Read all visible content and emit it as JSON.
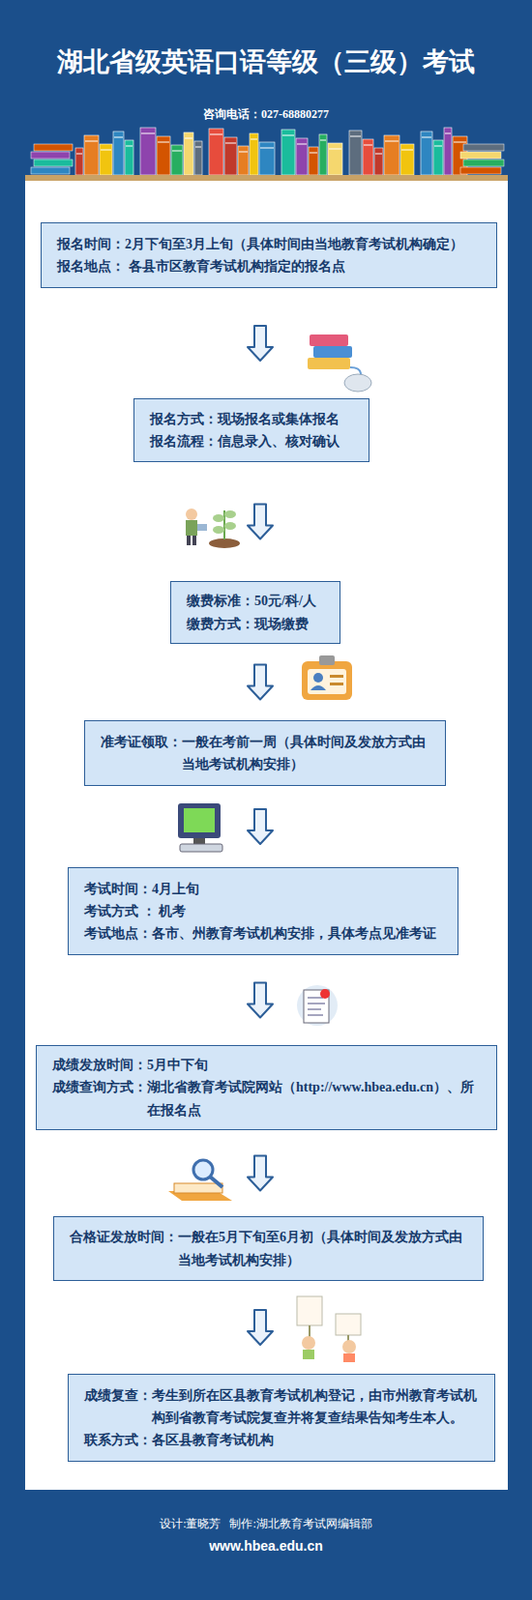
{
  "diagram": {
    "title": "湖北省级英语口语等级（三级）考试",
    "nodes": [
      {
        "text": [
          "报名时间：2月下旬至3月上旬（具体时间由当地教育考试机构确定）",
          "报名地点： 各县市区教育考试机构指定的报名点"
        ]
      },
      {
        "text": [
          "报名方式：现场报名或集体报名",
          "报名流程：信息录入、核对确认"
        ]
      },
      {
        "text": [
          "缴费标准：50元/科/人",
          "缴费方式：现场缴费"
        ]
      },
      {
        "text": [
          "准考证领取：一般在考前一周（具体时间及发放方式由当地考试机构安排）"
        ]
      },
      {
        "text": [
          "考试时间：4月上旬",
          "考试方式 ： 机考",
          "考试地点：各市、州教育考试机构安排，具体考点见准考证"
        ]
      },
      {
        "text": [
          "成绩发放时间：5月中下旬",
          "成绩查询方式：湖北省教育考试院网站（http://www.hbea.edu.cn）、所在报名点"
        ]
      },
      {
        "text": [
          "合格证发放时间：一般在5月下旬至6月初（具体时间及发放方式由当地考试机构安排）"
        ]
      },
      {
        "text": [
          "成绩复查：考生到所在区县教育考试机构登记，由市州教育考试机构到省教育考试院复查并将复查结果告知考生本人。",
          "联系方式：各区县教育考试机构"
        ]
      }
    ],
    "edges": [
      {
        "from": 0,
        "to": 1,
        "arrow": "to"
      },
      {
        "from": 1,
        "to": 2,
        "arrow": "to"
      },
      {
        "from": 2,
        "to": 3,
        "arrow": "to"
      },
      {
        "from": 3,
        "to": 4,
        "arrow": "to"
      },
      {
        "from": 4,
        "to": 5,
        "arrow": "to"
      },
      {
        "from": 5,
        "to": 6,
        "arrow": "to"
      },
      {
        "from": 6,
        "to": 7,
        "arrow": "to"
      }
    ],
    "labels": [
      "咨询电话：027-68880277",
      "设计:董晓芳   制作:湖北教育考试网编辑部",
      "www.hbea.edu.cn"
    ]
  }
}
